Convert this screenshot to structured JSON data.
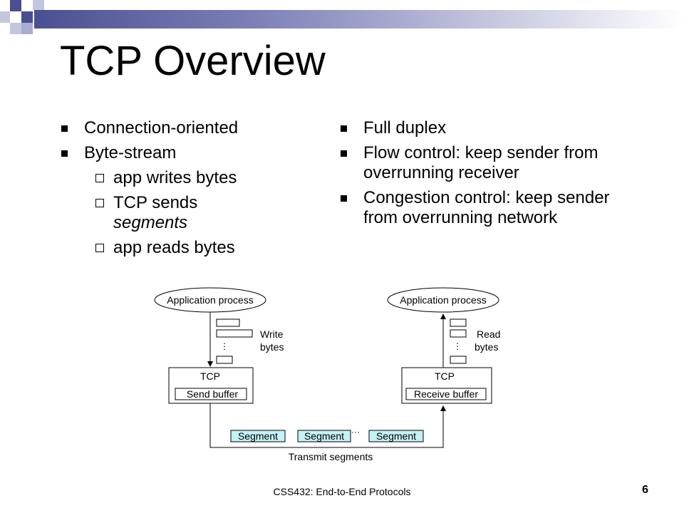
{
  "slide": {
    "title": "TCP Overview",
    "left_bullets": [
      {
        "text": "Connection-oriented"
      },
      {
        "text": "Byte-stream",
        "sub": [
          {
            "text": "app writes bytes"
          },
          {
            "text_a": "TCP sends",
            "text_b": "segments"
          },
          {
            "text": "app reads bytes"
          }
        ]
      }
    ],
    "right_bullets": [
      {
        "line1": "Full duplex"
      },
      {
        "line1": "Flow control: keep sender from",
        "line2": "overrunning receiver"
      },
      {
        "line1": "Congestion control: keep sender",
        "line2": "from overrunning network"
      }
    ]
  },
  "diagram": {
    "sender": {
      "app": "Application process",
      "action_1": "Write",
      "action_2": "bytes",
      "tcp": "TCP",
      "buffer": "Send buffer"
    },
    "receiver": {
      "app": "Application process",
      "action_1": "Read",
      "action_2": "bytes",
      "tcp": "TCP",
      "buffer": "Receive buffer"
    },
    "segments": [
      "Segment",
      "Segment",
      "Segment"
    ],
    "transmit_label": "Transmit segments",
    "colors": {
      "segment_fill": "#c4f2f6"
    }
  },
  "footer": {
    "text": "CSS432: End-to-End Protocols",
    "page": "6"
  }
}
